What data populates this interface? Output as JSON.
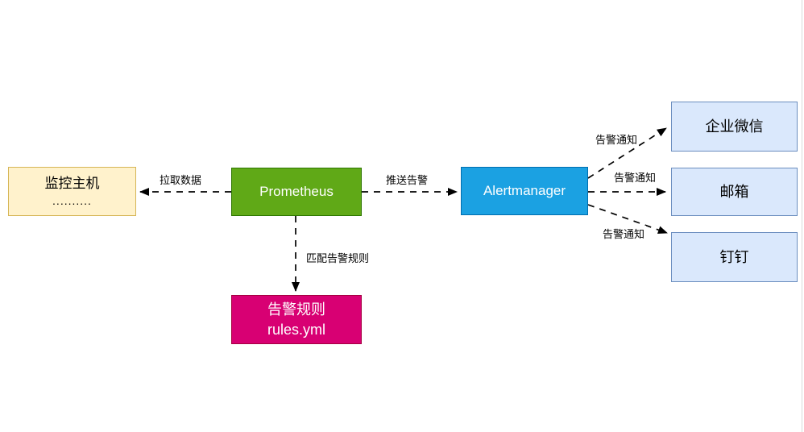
{
  "colors": {
    "monitor_fill": "#FFF2CC",
    "monitor_border": "#D6B656",
    "prometheus_fill": "#60A917",
    "prometheus_border": "#2D7600",
    "alertmanager_fill": "#1BA1E2",
    "alertmanager_border": "#006EAF",
    "notify_fill": "#DAE8FC",
    "notify_border": "#6C8EBF",
    "rules_fill": "#D80073",
    "rules_border": "#A50040",
    "edge": "#000000"
  },
  "nodes": {
    "monitor_host": {
      "line1": "监控主机",
      "line2": ".........."
    },
    "prometheus": {
      "label": "Prometheus"
    },
    "alertmanager": {
      "label": "Alertmanager"
    },
    "wechat": {
      "label": "企业微信"
    },
    "email": {
      "label": "邮箱"
    },
    "dingtalk": {
      "label": "钉钉"
    },
    "rules": {
      "line1": "告警规则",
      "line2": "rules.yml"
    }
  },
  "edges": {
    "pull_data": {
      "label": "拉取数据"
    },
    "push_alert": {
      "label": "推送告警"
    },
    "match_rules": {
      "label": "匹配告警规则"
    },
    "notify_wechat": {
      "label": "告警通知"
    },
    "notify_email": {
      "label": "告警通知"
    },
    "notify_dingtalk": {
      "label": "告警通知"
    }
  }
}
